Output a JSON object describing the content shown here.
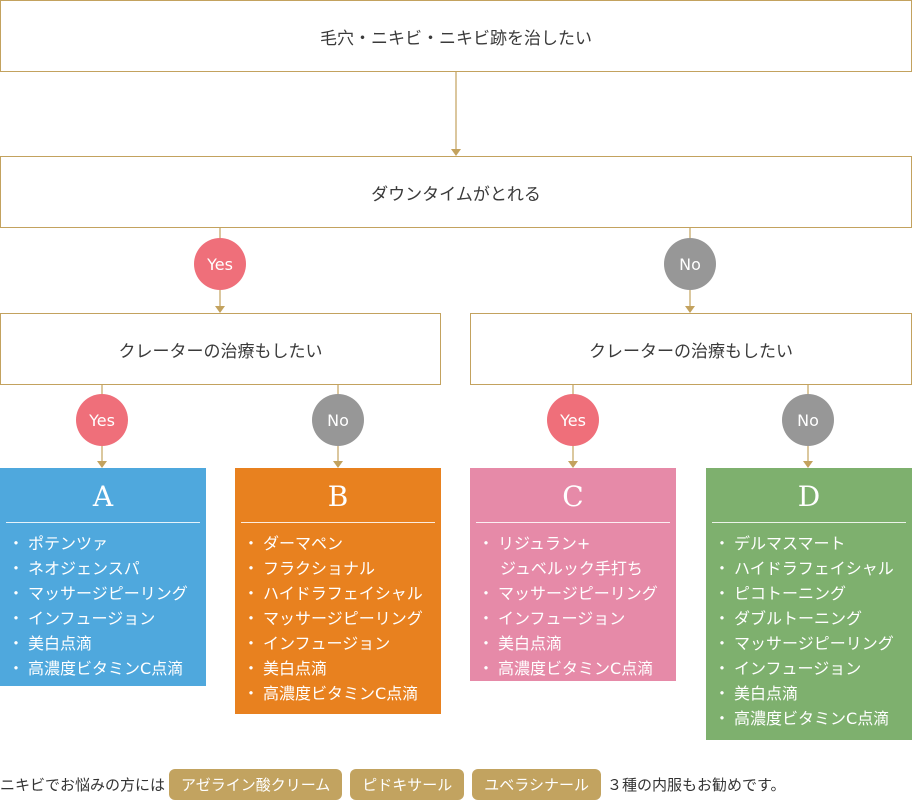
{
  "question_top": "毛穴・ニキビ・ニキビ跡を治したい",
  "question_mid": "ダウンタイムがとれる",
  "question_left": "クレーターの治療もしたい",
  "question_right": "クレーターの治療もしたい",
  "labels": {
    "yes": "Yes",
    "no": "No"
  },
  "bullet": "・",
  "cards": {
    "a": {
      "letter": "A",
      "items": [
        "ポテンツァ",
        "ネオジェンスパ",
        "マッサージピーリング",
        "インフュージョン",
        "美白点滴",
        "高濃度ビタミンC点滴"
      ]
    },
    "b": {
      "letter": "B",
      "items": [
        "ダーマペン",
        "フラクショナル",
        "ハイドラフェイシャル",
        "マッサージピーリング",
        "インフュージョン",
        "美白点滴",
        "高濃度ビタミンC点滴"
      ]
    },
    "c": {
      "letter": "C",
      "item0_line1": "リジュラン+",
      "item0_line2": "ジュベルック手打ち",
      "items": [
        "マッサージピーリング",
        "インフュージョン",
        "美白点滴",
        "高濃度ビタミンC点滴"
      ]
    },
    "d": {
      "letter": "D",
      "items": [
        "デルマスマート",
        "ハイドラフェイシャル",
        "ピコトーニング",
        "ダブルトーニング",
        "マッサージピーリング",
        "インフュージョン",
        "美白点滴",
        "高濃度ビタミンC点滴"
      ]
    }
  },
  "footer": {
    "prefix": "ニキビでお悩みの方には",
    "pills": [
      "アゼライン酸クリーム",
      "ピドキサール",
      "ユベラシナール"
    ],
    "suffix": "３種の内服もお勧めです。"
  },
  "colors": {
    "border": "#c3a25e",
    "yes": "#ef6f7a",
    "no": "#979797",
    "card_a": "#4fa8dd",
    "card_b": "#e8811f",
    "card_c": "#e68aa8",
    "card_d": "#7eb06e",
    "pill": "#c2a360"
  }
}
